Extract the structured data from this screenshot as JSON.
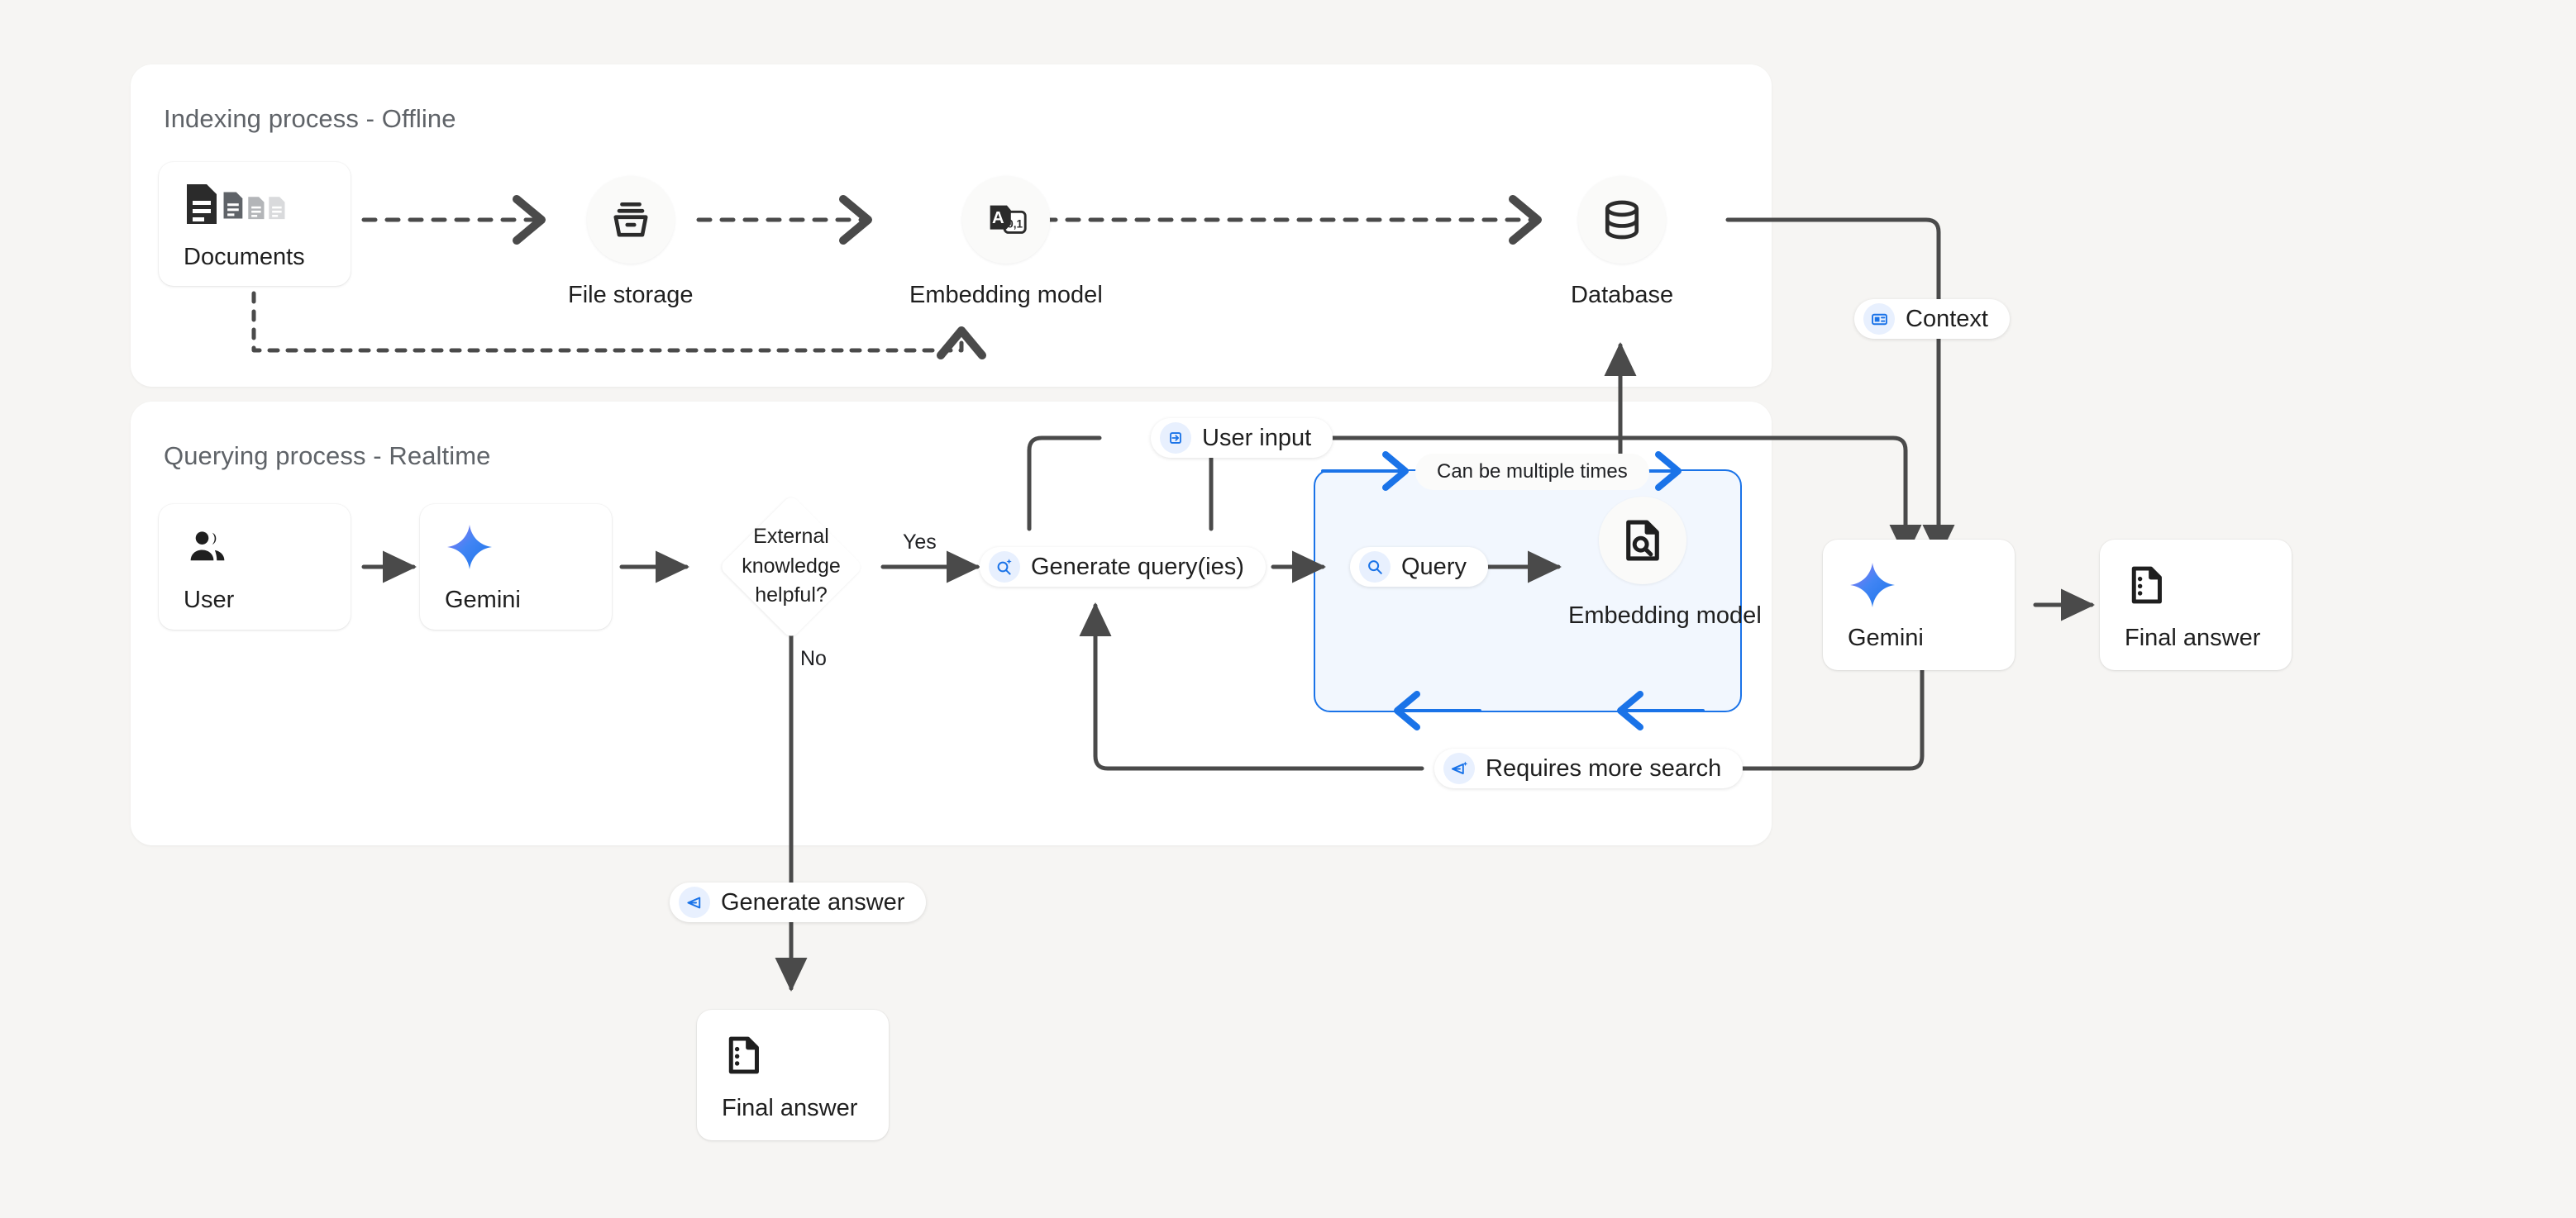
{
  "theme": {
    "background": "#f6f5f3",
    "panel_bg": "#ffffff",
    "line": "#4a4a4a",
    "accent_blue": "#1a73e8",
    "loop_box_bg": "#f2f7fe",
    "pill_icon_bg": "#e8f0fe",
    "title_color": "#5f6368",
    "text_color": "#1f1f1f"
  },
  "panels": {
    "indexing": {
      "title": "Indexing process - Offline"
    },
    "querying": {
      "title": "Querying process - Realtime"
    }
  },
  "indexing": {
    "documents": {
      "label": "Documents",
      "icon": "documents-icon"
    },
    "file_storage": {
      "label": "File storage",
      "icon": "file-storage-icon"
    },
    "embedding_model": {
      "label": "Embedding model",
      "icon": "text-to-vector-icon"
    },
    "database": {
      "label": "Database",
      "icon": "database-icon"
    }
  },
  "querying": {
    "user": {
      "label": "User",
      "icon": "users-icon"
    },
    "gemini_left": {
      "label": "Gemini",
      "icon": "gemini-sparkle-icon"
    },
    "decision": {
      "label": "External knowledge helpful?",
      "yes": "Yes",
      "no": "No"
    },
    "generate_queries": {
      "label": "Generate query(ies)",
      "icon": "search-sparkle-icon"
    },
    "loop": {
      "note": "Can be multiple times",
      "query": {
        "label": "Query",
        "icon": "search-icon"
      },
      "embedding_model": {
        "label": "Embedding model",
        "icon": "document-search-icon"
      }
    },
    "user_input": {
      "label": "User input",
      "icon": "input-arrow-icon"
    },
    "requires_more_search": {
      "label": "Requires more search",
      "icon": "send-sparkle-icon"
    },
    "generate_answer": {
      "label": "Generate answer",
      "icon": "send-icon"
    },
    "context": {
      "label": "Context",
      "icon": "article-icon"
    },
    "gemini_right": {
      "label": "Gemini",
      "icon": "gemini-sparkle-icon"
    },
    "final_answer_right": {
      "label": "Final answer",
      "icon": "answer-doc-icon"
    },
    "final_answer_bottom": {
      "label": "Final answer",
      "icon": "answer-doc-icon"
    }
  }
}
